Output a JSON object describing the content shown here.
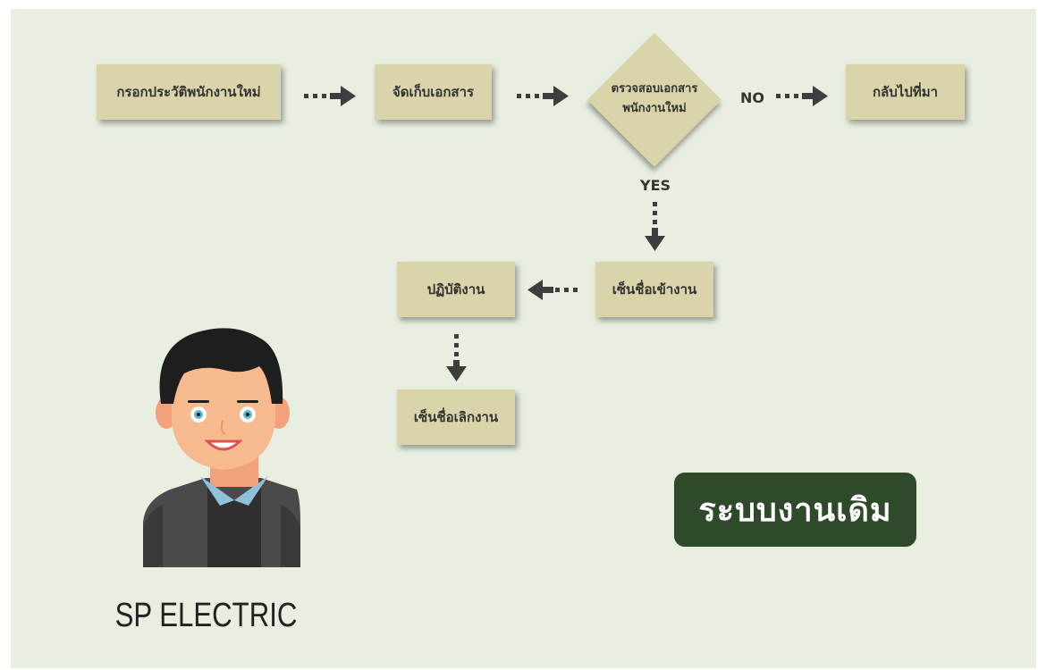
{
  "flow": {
    "step1": "กรอกประวัติพนักงานใหม่",
    "step2": "จัดเก็บเอกสาร",
    "decision_line1": "ตรวจสอบเอกสาร",
    "decision_line2": "พนักงานใหม่",
    "no_label": "NO",
    "no_target": "กลับไปที่มา",
    "yes_label": "YES",
    "yes_target": "เซ็นชื่อเข้างาน",
    "work": "ปฏิบัติงาน",
    "end": "เซ็นชื่อเลิกงาน"
  },
  "badge_text": "ระบบงานเดิม",
  "company": "SP ELECTRIC",
  "icons": [
    "arrow-right-icon",
    "arrow-down-icon",
    "arrow-left-icon",
    "person-avatar-icon"
  ],
  "colors": {
    "background": "#e8efe0",
    "box": "#d9d4aa",
    "badge": "#2e4a2b",
    "arrow": "#3d3d3d"
  }
}
